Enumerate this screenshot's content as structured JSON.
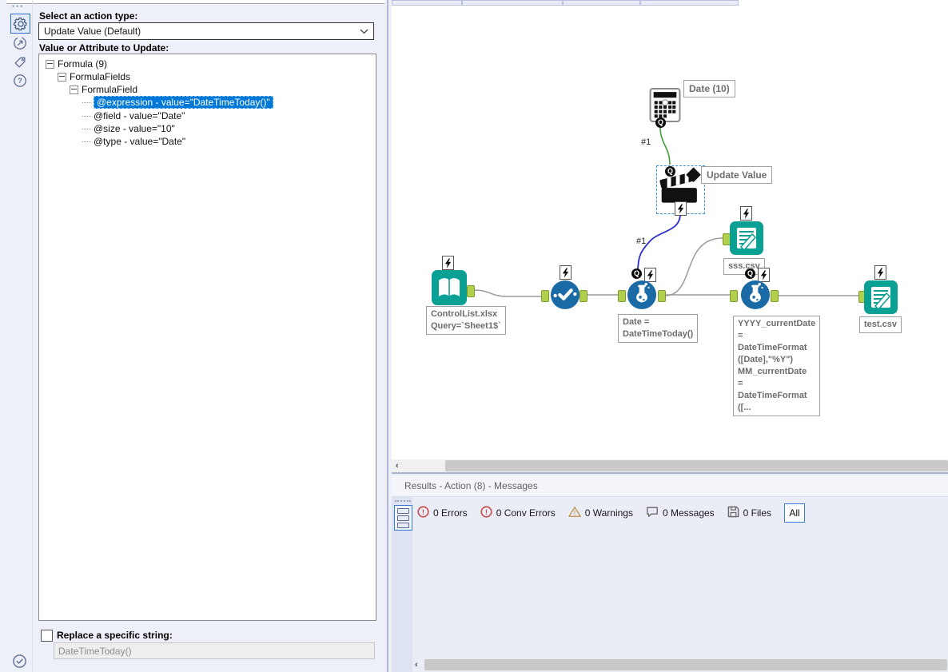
{
  "colors": {
    "teal": "#0ba094",
    "blue": "#1a6aa5",
    "selection_blue": "#0078d7",
    "anchor_green": "#b2d04b",
    "wire_green": "#3f9e3f",
    "wire_blue": "#2d2dcb",
    "wire_gray": "#9b9b9b",
    "annotation_text": "#6d6d6d"
  },
  "sidebar": {
    "icons": [
      "gear",
      "run-arrow",
      "tag",
      "help"
    ],
    "bottom_icon": "check-circle"
  },
  "config": {
    "action_type_label": "Select an action type:",
    "action_type_value": "Update Value (Default)",
    "tree_label": "Value or Attribute to Update:",
    "tree": [
      {
        "text": "Formula (9)"
      },
      {
        "text": "FormulaFields"
      },
      {
        "text": "FormulaField"
      },
      {
        "text": "@expression - value=\"DateTimeToday()\"",
        "selected": true
      },
      {
        "text": "@field - value=\"Date\""
      },
      {
        "text": "@size - value=\"10\""
      },
      {
        "text": "@type - value=\"Date\""
      }
    ],
    "replace_checkbox_label": "Replace a specific string:",
    "replace_value": "DateTimeToday()"
  },
  "canvas": {
    "q_label": "Q",
    "date_tooltip": "Date (10)",
    "update_value_tooltip": "Update Value",
    "wire1_label": "#1",
    "wire2_label": "#1",
    "input_annotation": "ControlList.xlsx\nQuery=`Sheet1$`",
    "formula1_annotation": "Date =\nDateTimeToday()",
    "sss_annotation": "sss.csv",
    "formula2_annotation": "YYYY_currentDate\n=\nDateTimeFormat\n([Date],\"%Y\")\nMM_currentDate\n=\nDateTimeFormat\n([...",
    "test_annotation": "test.csv"
  },
  "scrollbar": {
    "left_arrow": "‹"
  },
  "results": {
    "title": "Results - Action (8) - Messages",
    "toolbar": {
      "errors": "0 Errors",
      "conv_errors": "0 Conv Errors",
      "warnings": "0 Warnings",
      "messages": "0 Messages",
      "files": "0 Files",
      "filter_all": "All"
    }
  }
}
